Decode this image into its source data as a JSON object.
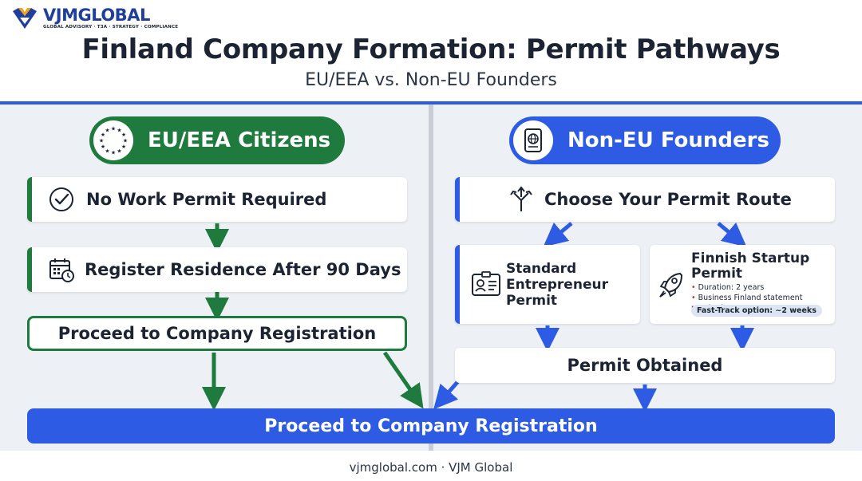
{
  "brand": {
    "name": "VJMGLOBAL",
    "tagline": "GLOBAL ADVISORY · T3A · STRATEGY · COMPLIANCE",
    "colors": {
      "navy": "#1f3f9a",
      "gold": "#f2a51a"
    }
  },
  "header": {
    "title": "Finland Company Formation: Permit Pathways",
    "subtitle": "EU/EEA vs. Non-EU Founders"
  },
  "colors": {
    "green": "#1f7a3e",
    "blue": "#2d5be3",
    "panel": "#edf1f6",
    "divider": "#c9ced6",
    "text": "#1c2433"
  },
  "eu": {
    "heading": "EU/EEA Citizens",
    "heading_icon": "eu-stars-icon",
    "steps": [
      {
        "label": "No Work Permit Required",
        "icon": "check-circle-icon"
      },
      {
        "label": "Register Residence After 90 Days",
        "icon": "calendar-clock-icon"
      }
    ],
    "proceed": "Proceed to Company Registration"
  },
  "non_eu": {
    "heading": "Non-EU Founders",
    "heading_icon": "passport-icon",
    "choose": {
      "label": "Choose Your Permit Route",
      "icon": "split-arrows-icon"
    },
    "standard": {
      "title_lines": [
        "Standard",
        "Entrepreneur",
        "Permit"
      ],
      "icon": "id-card-icon"
    },
    "startup": {
      "title_lines": [
        "Finnish Startup",
        "Permit"
      ],
      "icon": "rocket-icon",
      "bullets": [
        "Duration: 2 years",
        "Business Finland statement required"
      ],
      "fast_track": "Fast-Track option: ~2 weeks"
    },
    "obtained": "Permit Obtained"
  },
  "final": {
    "label": "Proceed to Company Registration"
  },
  "footer": {
    "text": "vjmglobal.com · VJM Global"
  }
}
